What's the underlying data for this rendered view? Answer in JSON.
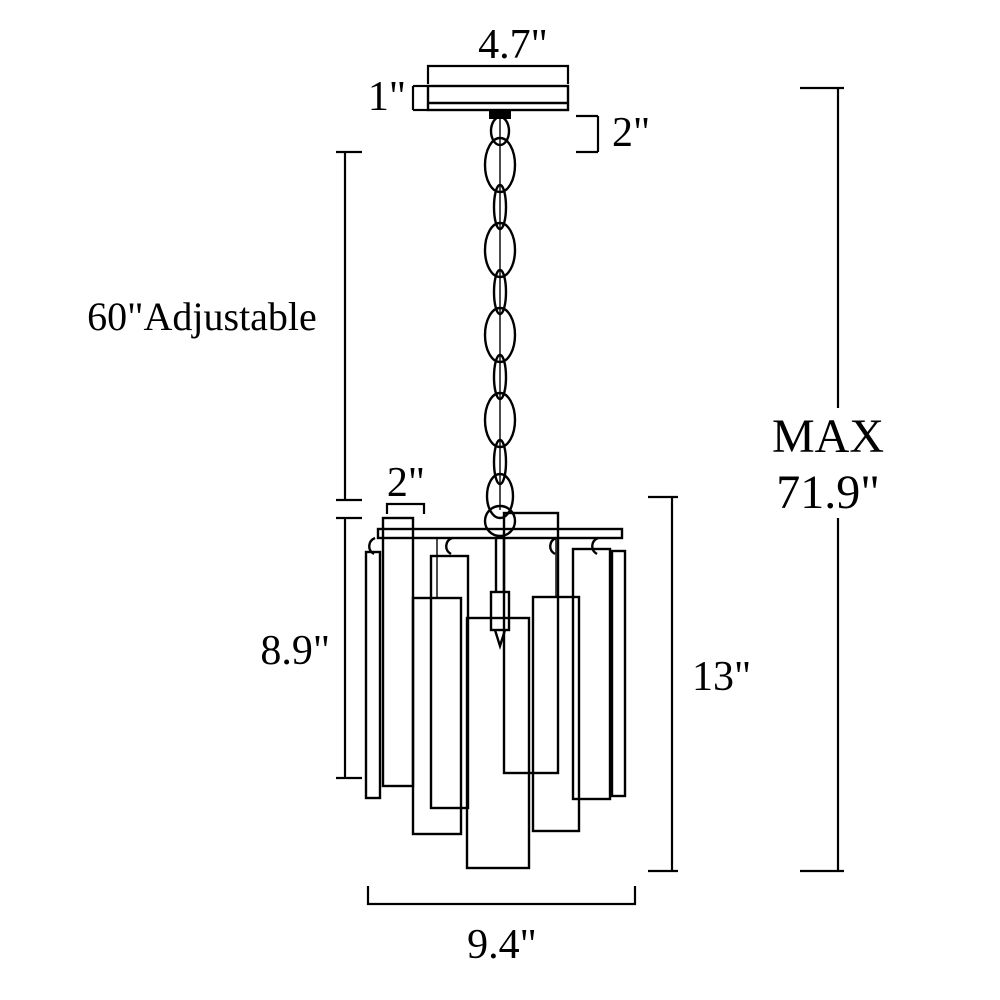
{
  "diagram": {
    "subject": "chandelier-dimension-drawing",
    "colors": {
      "line": "#000000",
      "background": "#ffffff"
    },
    "labels": {
      "canopy_width": "4.7\"",
      "canopy_height": "1\"",
      "hanger_height": "2\"",
      "chain_length": "60\"Adjustable",
      "panel_width": "2\"",
      "panel_section_height": "8.9\"",
      "fixture_height": "13\"",
      "max_label": "MAX",
      "max_height": "71.9\"",
      "fixture_width": "9.4\""
    }
  }
}
